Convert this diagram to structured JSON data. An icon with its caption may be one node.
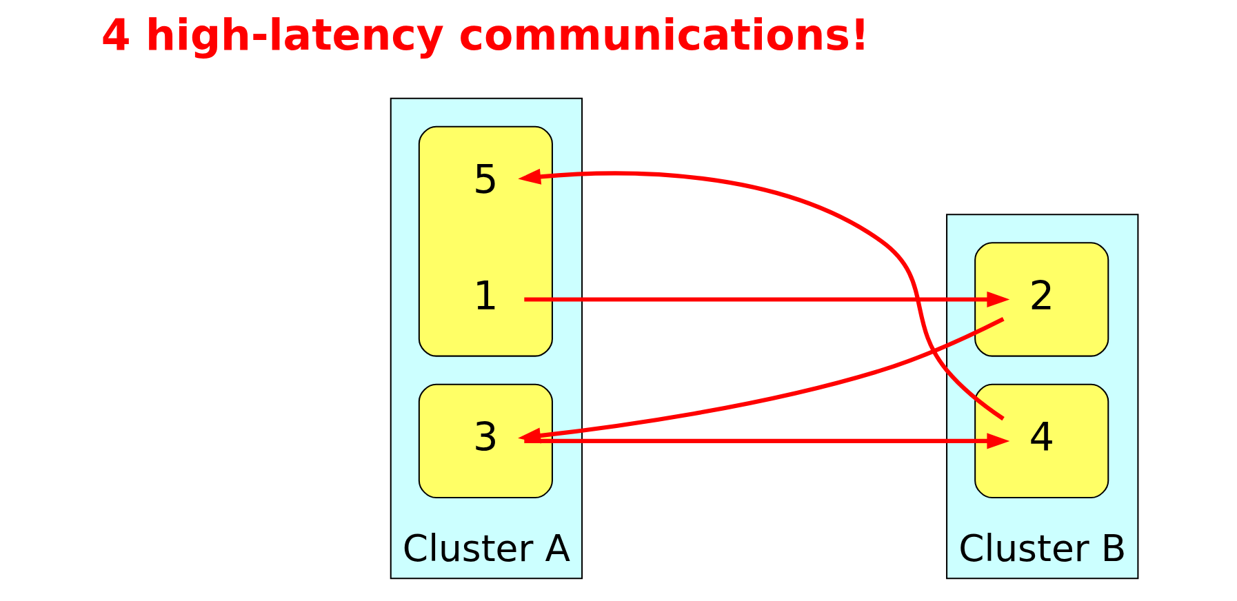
{
  "diagram": {
    "nodes": [
      {
        "text": [
          "Cluster A"
        ]
      },
      {
        "text": [],
        "shape": "ellipse",
        "in": 0
      },
      {
        "text": [
          "5"
        ],
        "in": 1
      },
      {
        "text": [
          "1"
        ],
        "in": 1
      },
      {
        "text": [],
        "shape": "ellipse",
        "in": 0
      },
      {
        "text": [
          "3"
        ],
        "in": 4
      },
      {
        "text": [
          "Cluster B"
        ]
      },
      {
        "text": [],
        "shape": "ellipse",
        "in": 6
      },
      {
        "text": [
          "2"
        ],
        "in": 7
      },
      {
        "text": [],
        "shape": "ellipse",
        "in": 6
      },
      {
        "text": [
          "4"
        ],
        "in": 9
      }
    ],
    "edges": [
      {
        "from": 3,
        "to": 8,
        "arrow": "to"
      },
      {
        "from": 8,
        "to": 5,
        "arrow": "to"
      },
      {
        "from": 5,
        "to": 10,
        "arrow": "to"
      },
      {
        "from": 10,
        "to": 2,
        "arrow": "to"
      }
    ],
    "labels": [
      "4 high-latency communications!"
    ]
  }
}
